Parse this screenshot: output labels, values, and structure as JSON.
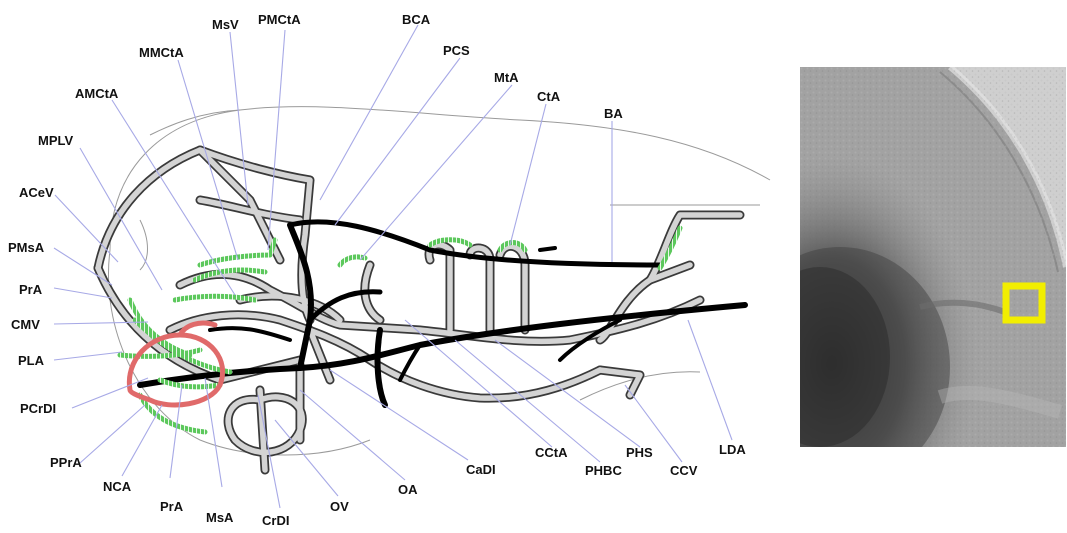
{
  "figure": {
    "labels": {
      "MsV": "MsV",
      "PMCtA": "PMCtA",
      "BCA": "BCA",
      "MMCtA": "MMCtA",
      "PCS": "PCS",
      "MtA": "MtA",
      "AMCtA": "AMCtA",
      "CtA": "CtA",
      "BA": "BA",
      "MPLV": "MPLV",
      "ACeV": "ACeV",
      "PMsA": "PMsA",
      "PrA_left": "PrA",
      "CMV": "CMV",
      "PLA": "PLA",
      "PCrDI": "PCrDI",
      "PPrA": "PPrA",
      "NCA": "NCA",
      "PrA_bottom": "PrA",
      "MsA": "MsA",
      "CrDI": "CrDI",
      "OV": "OV",
      "OA": "OA",
      "CaDI": "CaDI",
      "CCtA": "CCtA",
      "PHBC": "PHBC",
      "PHS": "PHS",
      "CCV": "CCV",
      "LDA": "LDA"
    },
    "colors": {
      "vessel_gray": "#d4d4d4",
      "vessel_outline": "#3a3a3a",
      "artery_black": "#000000",
      "highlight_green": "#5cc85c",
      "highlight_red": "#e06a6a",
      "leader_line": "#a7a9e6",
      "photo_marker": "#f2ee00"
    }
  }
}
